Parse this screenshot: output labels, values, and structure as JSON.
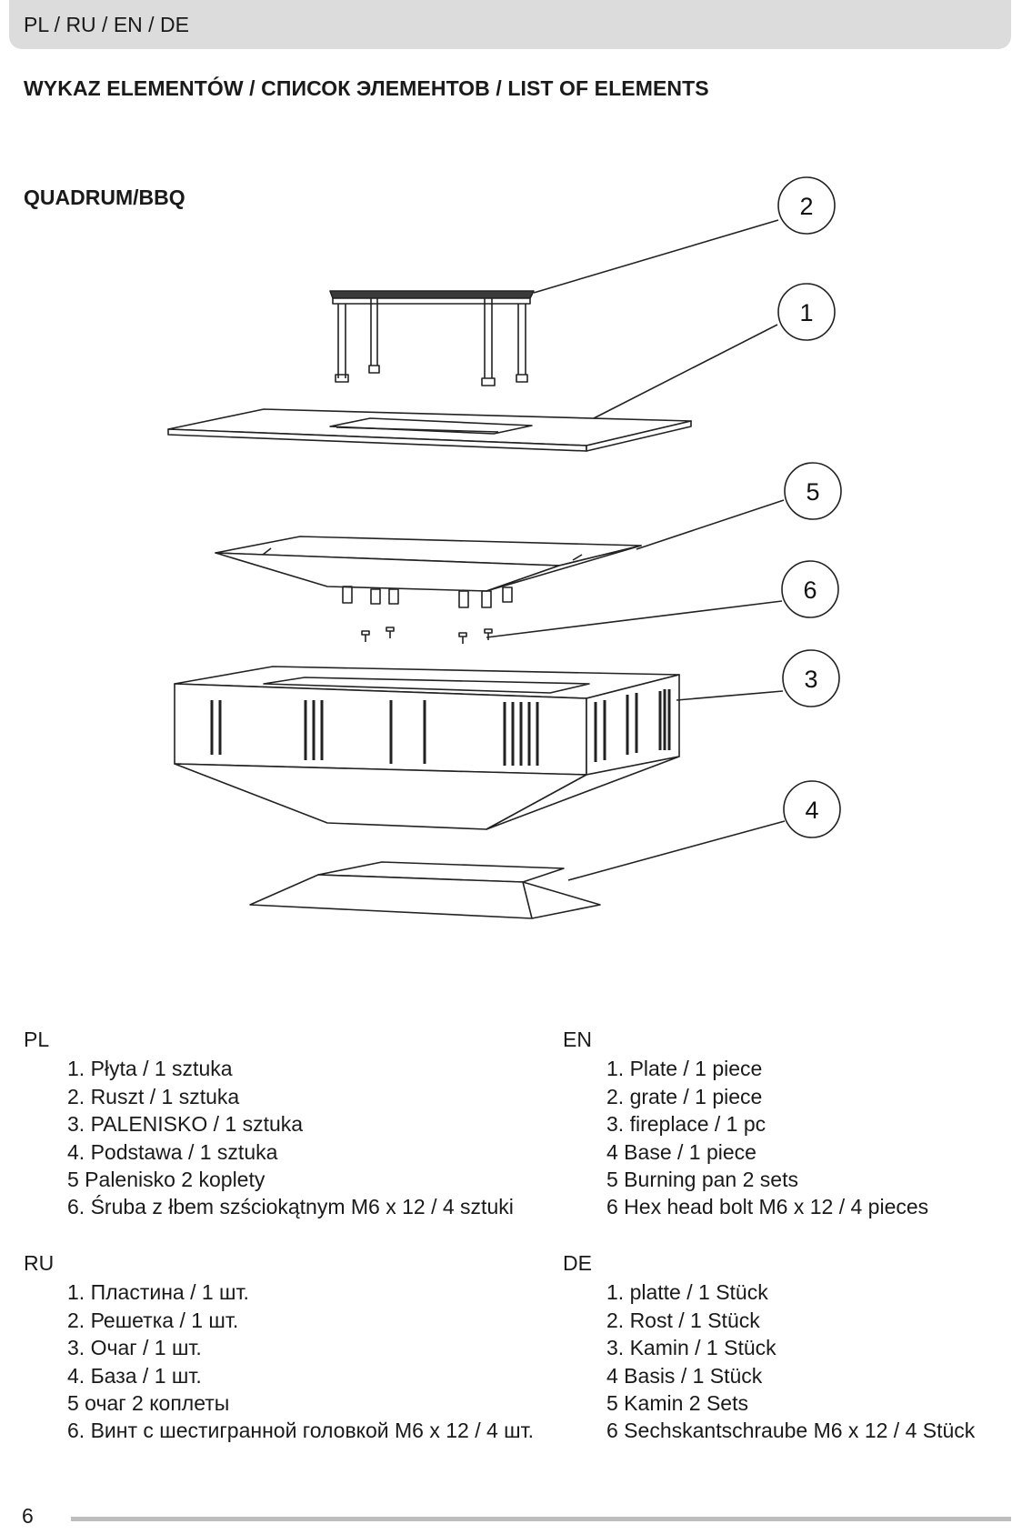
{
  "header": {
    "languages": "PL / RU / EN / DE"
  },
  "title": "WYKAZ ELEMENTÓW / СПИСОК ЭЛЕМЕНТОВ / LIST OF ELEMENTS",
  "product": "QUADRUM/BBQ",
  "callouts": [
    "2",
    "1",
    "5",
    "6",
    "3",
    "4"
  ],
  "lists": {
    "pl": {
      "code": "PL",
      "items": [
        "1. Płyta / 1 sztuka",
        "2. Ruszt / 1 sztuka",
        "3. PALENISKO / 1 sztuka",
        "4. Podstawa / 1 sztuka",
        "5 Palenisko 2 koplety",
        "6. Śruba z łbem szściokątnym M6 x 12 / 4 sztuki"
      ]
    },
    "en": {
      "code": "EN",
      "items": [
        "1. Plate / 1 piece",
        "2. grate / 1 piece",
        "3. fireplace / 1 pc",
        "4 Base / 1 piece",
        "5 Burning pan 2 sets",
        "6 Hex head bolt M6 x 12 / 4 pieces"
      ]
    },
    "ru": {
      "code": "RU",
      "items": [
        "1. Пластина / 1 шт.",
        "2. Решетка / 1 шт.",
        "3. Очаг / 1 шт.",
        "4. База / 1 шт.",
        "5 очаг 2 коплеты",
        "6. Винт с шестигранной головкой M6 x 12 / 4 шт."
      ]
    },
    "de": {
      "code": "DE",
      "items": [
        "1. platte / 1 Stück",
        "2. Rost / 1 Stück",
        "3. Kamin / 1 Stück",
        "4 Basis / 1 Stück",
        "5 Kamin 2 Sets",
        "6 Sechskantschraube M6 x 12 / 4 Stück"
      ]
    }
  },
  "footer": {
    "page_number": "6"
  }
}
